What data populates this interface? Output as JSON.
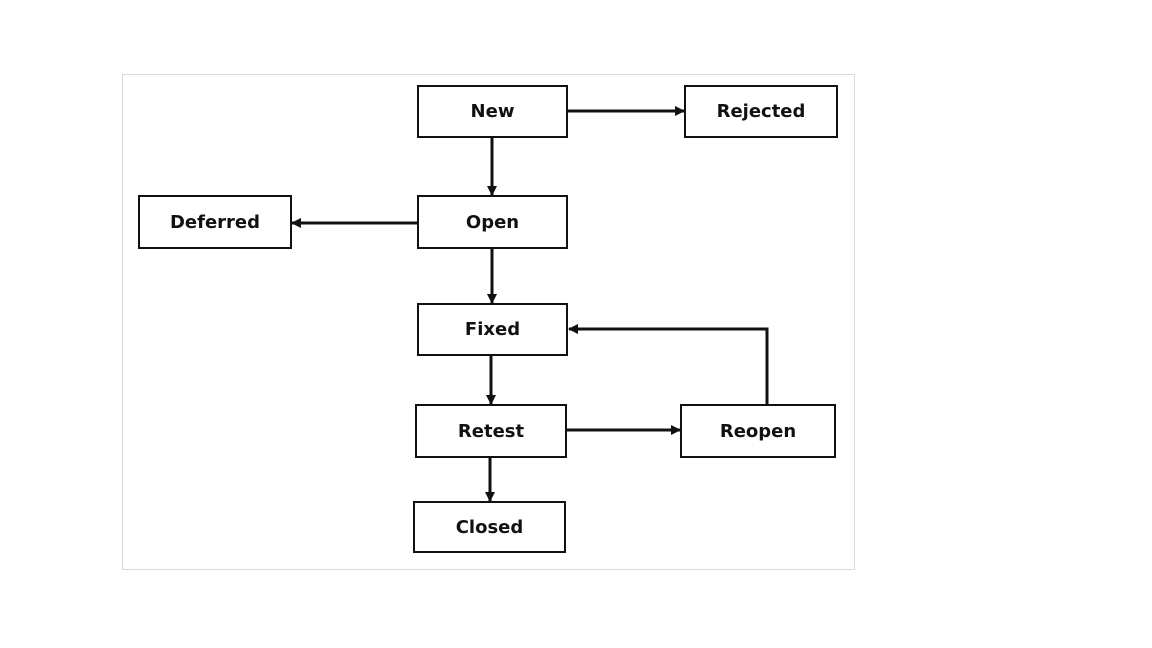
{
  "diagram": {
    "nodes": {
      "new": "New",
      "rejected": "Rejected",
      "deferred": "Deferred",
      "open": "Open",
      "fixed": "Fixed",
      "retest": "Retest",
      "reopen": "Reopen",
      "closed": "Closed"
    },
    "edges": [
      {
        "from": "New",
        "to": "Rejected"
      },
      {
        "from": "New",
        "to": "Open"
      },
      {
        "from": "Open",
        "to": "Deferred"
      },
      {
        "from": "Open",
        "to": "Fixed"
      },
      {
        "from": "Fixed",
        "to": "Retest"
      },
      {
        "from": "Retest",
        "to": "Reopen"
      },
      {
        "from": "Reopen",
        "to": "Fixed"
      },
      {
        "from": "Retest",
        "to": "Closed"
      }
    ],
    "colors": {
      "stroke": "#111111",
      "frame": "#d9d9d9",
      "background": "#ffffff"
    }
  }
}
